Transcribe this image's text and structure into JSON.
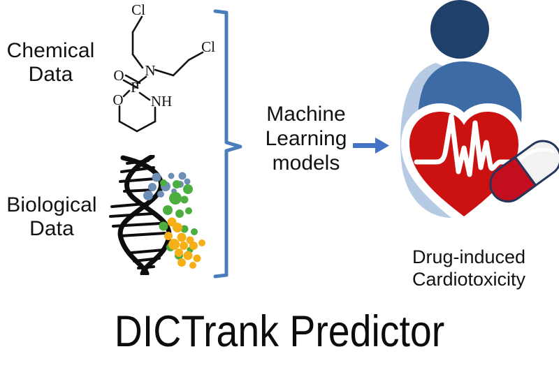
{
  "title": "DICTrank Predictor",
  "inputs": {
    "chemical": {
      "label": "Chemical\nData",
      "icon": "chemical-structure-icon",
      "molecule": "cyclophosphamide",
      "atom_labels": [
        "Cl",
        "Cl",
        "O",
        "N",
        "P",
        "O",
        "NH"
      ]
    },
    "biological": {
      "label": "Biological\nData",
      "icon": "dna-helix-icon",
      "scatter_colors": [
        "#6d8fb5",
        "#4cae3f",
        "#f5b018"
      ]
    }
  },
  "process": {
    "label": "Machine\nLearning\nmodels",
    "brace_icon": "curly-brace-icon",
    "arrow_icon": "right-arrow-icon"
  },
  "outcome": {
    "label": "Drug-induced\nCardiotoxicity",
    "icons": [
      "patient-icon",
      "heart-ecg-icon",
      "pill-capsule-icon"
    ]
  },
  "colors": {
    "accent_blue": "#4472c4",
    "brace_blue": "#4a7ebb",
    "head_navy": "#1f4069",
    "body_blue": "#3c6ba5",
    "shoulder_light_blue": "#b6cae4",
    "heart_red": "#cc1111",
    "pill_red": "#c20e1e",
    "pill_white": "#f2f2f2",
    "dot_blue": "#6d8fb5",
    "dot_green": "#4cae3f",
    "dot_orange": "#f5b018",
    "text_black": "#111111"
  }
}
